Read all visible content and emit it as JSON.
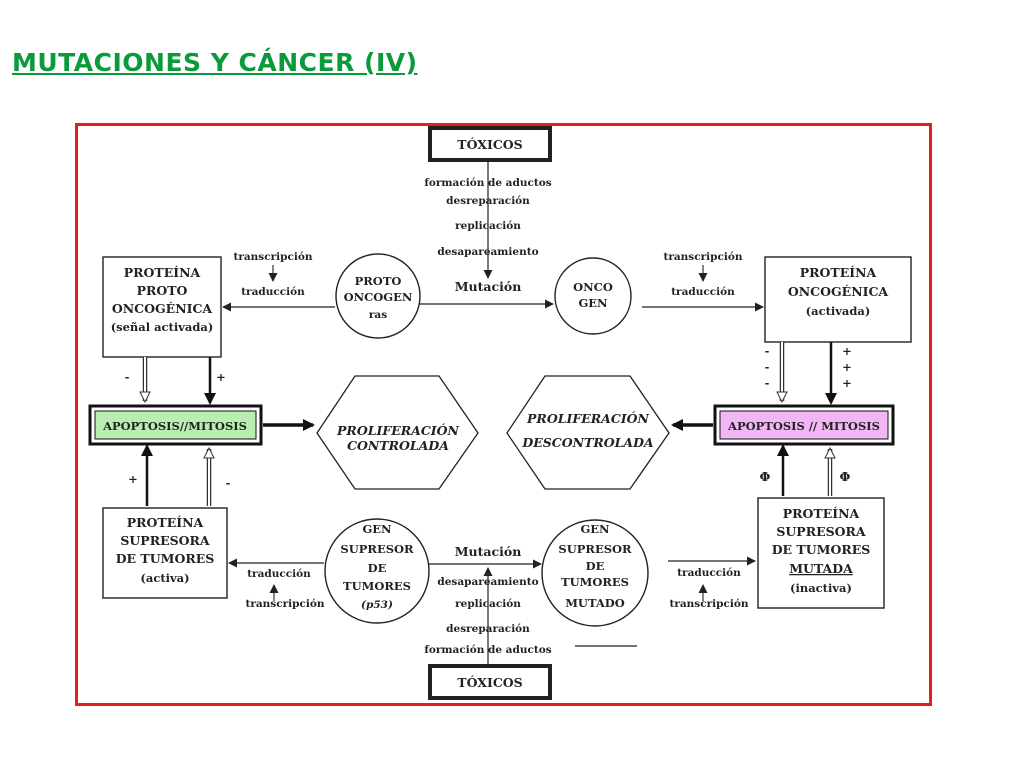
{
  "title": "MUTACIONES Y CÁNCER (IV)",
  "colors": {
    "title": "#0a9a3a",
    "frame": "#e02020",
    "apoptosis_left_fill": "#b8efb0",
    "apoptosis_right_fill": "#f1b6f3"
  },
  "diagram": {
    "toxicos_top": "TÓXICOS",
    "toxicos_bottom": "TÓXICOS",
    "top_process": [
      "formación de aductos",
      "desreparación",
      "replicación",
      "desapareamiento"
    ],
    "bottom_process": [
      "desapareamiento",
      "replicación",
      "desreparación",
      "formación de aductos"
    ],
    "mutation_top": "Mutación",
    "mutation_bottom": "Mutación",
    "protoncogen": [
      "PROTO",
      "ONCOGEN",
      "ras"
    ],
    "oncogen": [
      "ONCO",
      "GEN"
    ],
    "gen_supresor": [
      "GEN",
      "SUPRESOR",
      "DE",
      "TUMORES",
      "(p53)"
    ],
    "gen_supresor_mutado": [
      "GEN",
      "SUPRESOR",
      "DE",
      "TUMORES",
      "MUTADO"
    ],
    "prot_protooncogenica": [
      "PROTEÍNA",
      "PROTO",
      "ONCOGÉNICA",
      "(señal activada)"
    ],
    "prot_oncogenica": [
      "PROTEÍNA",
      "ONCOGÉNICA",
      "(activada)"
    ],
    "prot_supresora": [
      "PROTEÍNA",
      "SUPRESORA",
      "DE TUMORES",
      "(activa)"
    ],
    "prot_supresora_mutada": [
      "PROTEÍNA",
      "SUPRESORA",
      "DE TUMORES",
      "MUTADA",
      "(inactiva)"
    ],
    "apoptosis_left": "APOPTOSIS//MITOSIS",
    "apoptosis_right": "APOPTOSIS // MITOSIS",
    "hex_left": [
      "PROLIFERACIÓN",
      "CONTROLADA"
    ],
    "hex_right": [
      "PROLIFERACIÓN",
      "DESCONTROLADA"
    ],
    "transcripcion": "transcripción",
    "traduccion": "traducción",
    "sign_minus": "-",
    "sign_plus": "+",
    "phi": "Φ"
  }
}
